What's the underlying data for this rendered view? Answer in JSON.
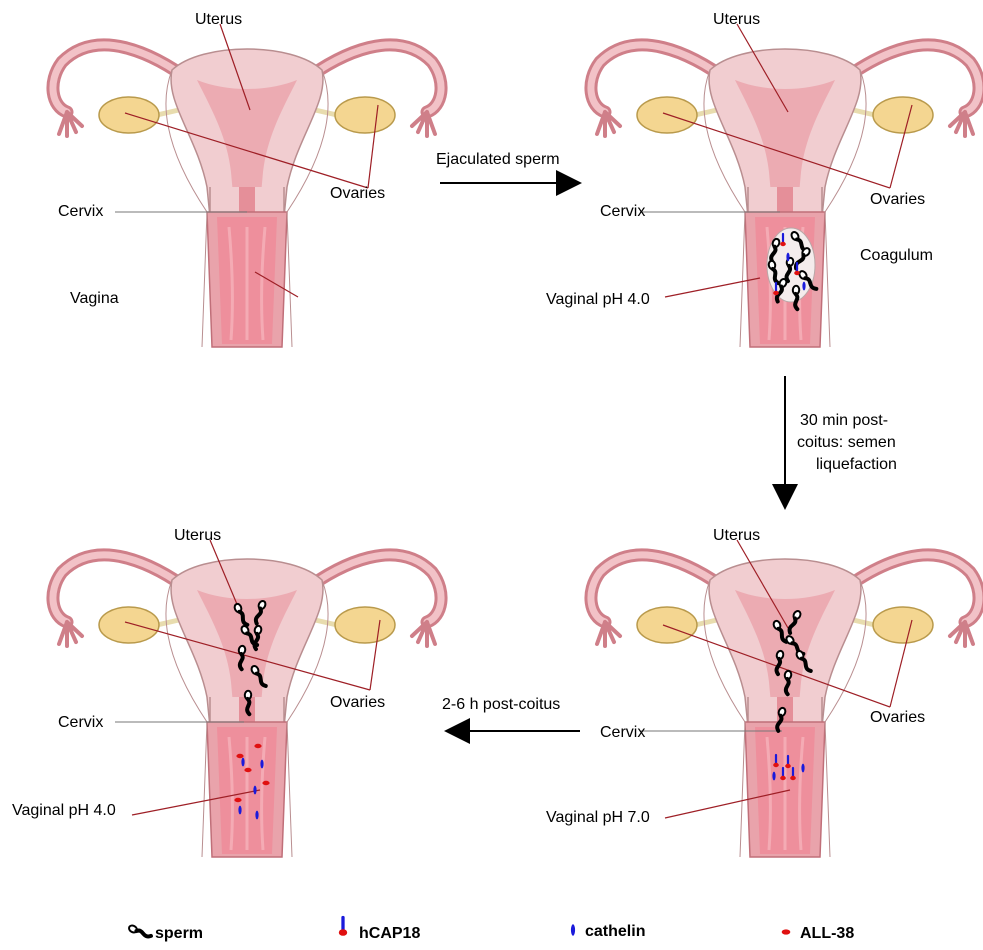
{
  "panels": [
    {
      "id": "top-left",
      "labels": {
        "uterus": "Uterus",
        "ovaries": "Ovaries",
        "cervix": "Cervix",
        "vagina": "Vagina"
      }
    },
    {
      "id": "top-right",
      "labels": {
        "uterus": "Uterus",
        "ovaries": "Ovaries",
        "cervix": "Cervix",
        "coagulum": "Coagulum",
        "vaginal_ph": "Vaginal pH 4.0"
      }
    },
    {
      "id": "bottom-right",
      "labels": {
        "uterus": "Uterus",
        "ovaries": "Ovaries",
        "cervix": "Cervix",
        "vaginal_ph": "Vaginal pH 7.0"
      }
    },
    {
      "id": "bottom-left",
      "labels": {
        "uterus": "Uterus",
        "ovaries": "Ovaries",
        "cervix": "Cervix",
        "vaginal_ph": "Vaginal pH 4.0"
      }
    }
  ],
  "transitions": {
    "step1": "Ejaculated sperm",
    "step2_lines": [
      "30 min post-",
      "coitus: semen",
      "liquefaction"
    ],
    "step3": "2-6 h post-coitus"
  },
  "legend": [
    {
      "icon": "sperm-icon",
      "label": "sperm"
    },
    {
      "icon": "hcap18-icon",
      "label": "hCAP18"
    },
    {
      "icon": "cathelin-icon",
      "label": "cathelin"
    },
    {
      "icon": "all38-icon",
      "label": "ALL-38"
    }
  ],
  "colors": {
    "tissue": "#efc6c9",
    "tissue_dark": "#d98a92",
    "vagina": "#e58f99",
    "ovary": "#f3d58f",
    "leader": "#9e1f26",
    "sperm": "#000000",
    "peptide_blue": "#1a1adb",
    "peptide_red": "#e01010"
  }
}
